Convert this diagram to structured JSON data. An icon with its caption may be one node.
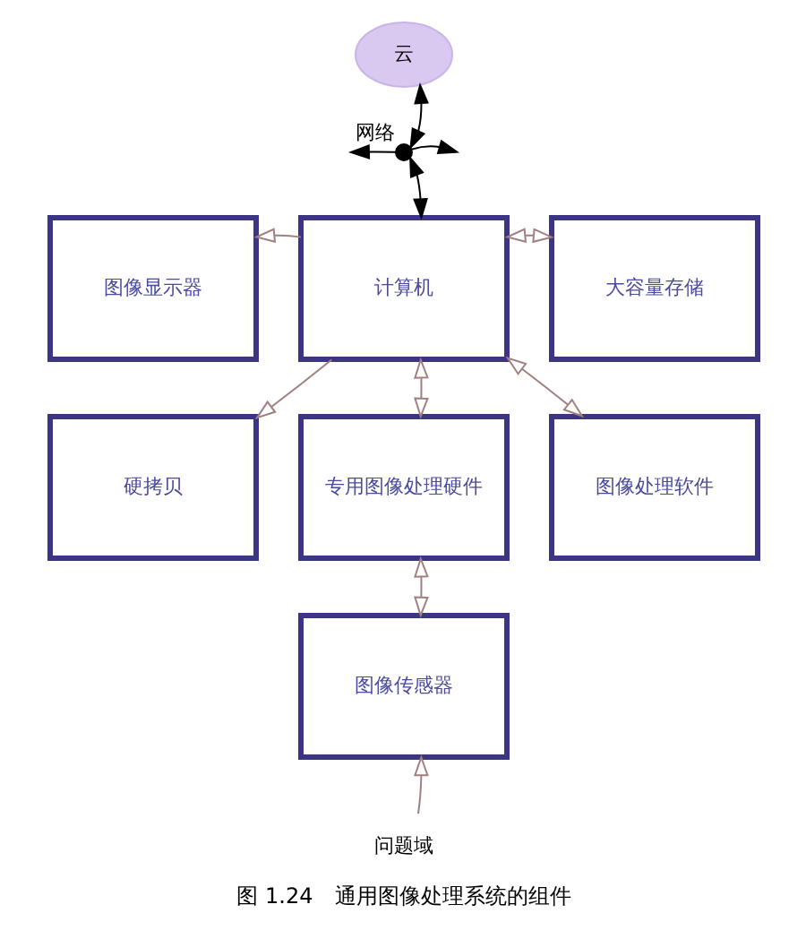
{
  "diagram": {
    "caption": "图 1.24　通用图像处理系统的组件",
    "nodes": [
      {
        "text": [
          "云"
        ]
      },
      {
        "text": [],
        "shape": "circle",
        "beside": [
          "网络"
        ]
      },
      {
        "text": [
          "图像显示器"
        ]
      },
      {
        "text": [
          "计算机"
        ]
      },
      {
        "text": [
          "大容量存储"
        ]
      },
      {
        "text": [
          "硬拷贝"
        ]
      },
      {
        "text": [
          "专用图像处理硬件"
        ]
      },
      {
        "text": [
          "图像处理软件"
        ]
      },
      {
        "text": [
          "图像传感器"
        ]
      },
      {
        "text": [
          "问题域"
        ]
      }
    ],
    "edges": [
      {
        "from": 1,
        "to": 0,
        "arrow": "both",
        "color": "#000000"
      },
      {
        "from": 1,
        "to": null,
        "arrow": "to",
        "color": "#000000"
      },
      {
        "from": 1,
        "to": null,
        "arrow": "to",
        "color": "#000000"
      },
      {
        "from": 1,
        "to": 3,
        "arrow": "both",
        "color": "#000000"
      },
      {
        "from": 3,
        "to": 2,
        "arrow": "to"
      },
      {
        "from": 3,
        "to": 4,
        "arrow": "both"
      },
      {
        "from": 3,
        "to": 5,
        "arrow": "to"
      },
      {
        "from": 3,
        "to": 6,
        "arrow": "both"
      },
      {
        "from": 7,
        "to": 3,
        "arrow": "both"
      },
      {
        "from": 6,
        "to": 8,
        "arrow": "both"
      },
      {
        "from": 9,
        "to": 8,
        "arrow": "to"
      }
    ]
  }
}
